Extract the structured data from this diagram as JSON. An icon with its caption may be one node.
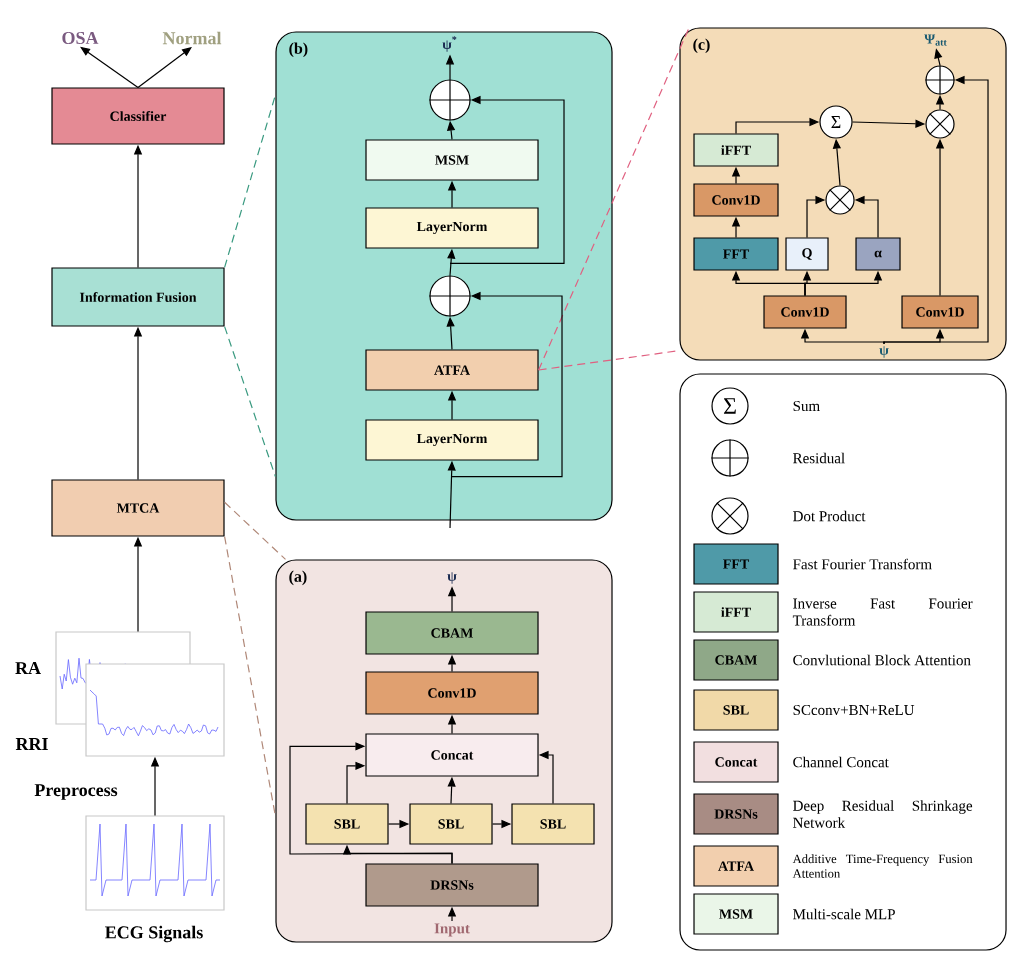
{
  "diagram": {
    "nodes": [
      {
        "text": [
          "OSA"
        ]
      },
      {
        "text": [
          "Normal"
        ]
      },
      {
        "text": [
          "Classifier"
        ]
      },
      {
        "text": [
          "Information Fusion"
        ]
      },
      {
        "text": [
          "MTCA"
        ]
      },
      {
        "text": [],
        "shape": "picture",
        "beside": [
          "RA",
          "RRI"
        ]
      },
      {
        "text": [],
        "shape": "picture",
        "beside": [
          "ECG Signals"
        ]
      },
      {
        "text": [
          "(b)"
        ]
      },
      {
        "text": [
          "ψ$^{*}$"
        ],
        "in": 7
      },
      {
        "text": [],
        "shape": "circle",
        "in": 7
      },
      {
        "text": [
          "MSM"
        ],
        "in": 7
      },
      {
        "text": [
          "LayerNorm"
        ],
        "in": 7
      },
      {
        "text": [],
        "shape": "circle",
        "in": 7
      },
      {
        "text": [
          "ATFA"
        ],
        "in": 7
      },
      {
        "text": [
          "LayerNorm"
        ],
        "in": 7
      },
      {
        "text": [
          "(c)"
        ]
      },
      {
        "text": [
          "Ψ$_{att}$"
        ],
        "in": 15
      },
      {
        "text": [],
        "shape": "circle",
        "in": 15
      },
      {
        "text": [],
        "shape": "circle",
        "in": 15
      },
      {
        "text": [
          "Σ"
        ],
        "in": 15
      },
      {
        "text": [],
        "shape": "circle",
        "in": 15
      },
      {
        "text": [
          "iFFT"
        ],
        "in": 15
      },
      {
        "text": [
          "Conv1D"
        ],
        "in": 15
      },
      {
        "text": [
          "FFT"
        ],
        "in": 15
      },
      {
        "text": [
          "Q"
        ],
        "in": 15
      },
      {
        "text": [
          "α"
        ],
        "in": 15
      },
      {
        "text": [
          "Conv1D"
        ],
        "in": 15
      },
      {
        "text": [
          "Conv1D"
        ],
        "in": 15
      },
      {
        "text": [
          "ψ"
        ],
        "in": 15
      },
      {
        "text": [
          "(a)"
        ]
      },
      {
        "text": [
          "ψ"
        ],
        "in": 29
      },
      {
        "text": [
          "CBAM"
        ],
        "in": 29
      },
      {
        "text": [
          "Conv1D"
        ],
        "in": 29
      },
      {
        "text": [
          "Concat"
        ],
        "in": 29
      },
      {
        "text": [
          "SBL"
        ],
        "in": 29
      },
      {
        "text": [
          "SBL"
        ],
        "in": 29
      },
      {
        "text": [
          "SBL"
        ],
        "in": 29
      },
      {
        "text": [
          "DRSNs"
        ],
        "in": 29
      },
      {
        "text": [
          "Input"
        ],
        "in": 29
      }
    ],
    "edges": [
      {
        "from": 2,
        "to": 0,
        "arrow": "to"
      },
      {
        "from": 2,
        "to": 1,
        "arrow": "to"
      },
      {
        "from": 3,
        "to": 2,
        "arrow": "to"
      },
      {
        "from": 4,
        "to": 3,
        "arrow": "to"
      },
      {
        "from": 5,
        "to": 4,
        "arrow": "to"
      },
      {
        "from": 6,
        "to": 5,
        "arrow": "to",
        "label": "Preprocess"
      },
      {
        "from": 3,
        "to": 7,
        "arrow": "none",
        "style": "dashed",
        "color": "#3a9a80"
      },
      {
        "from": 3,
        "to": 7,
        "arrow": "none",
        "style": "dashed",
        "color": "#3a9a80"
      },
      {
        "from": 4,
        "to": 29,
        "arrow": "none",
        "style": "dashed",
        "color": "#b08878"
      },
      {
        "from": 4,
        "to": 29,
        "arrow": "none",
        "style": "dashed",
        "color": "#b08878"
      },
      {
        "from": 13,
        "to": 15,
        "arrow": "none",
        "style": "dashed",
        "color": "#e06080"
      },
      {
        "from": 13,
        "to": 15,
        "arrow": "none",
        "style": "dashed",
        "color": "#e06080"
      },
      {
        "from": null,
        "to": 14,
        "arrow": "to"
      },
      {
        "from": 14,
        "to": 13,
        "arrow": "to"
      },
      {
        "from": 13,
        "to": 12,
        "arrow": "to"
      },
      {
        "from": 12,
        "to": 11,
        "arrow": "to"
      },
      {
        "from": 11,
        "to": 10,
        "arrow": "to"
      },
      {
        "from": 10,
        "to": 9,
        "arrow": "to"
      },
      {
        "from": 9,
        "to": 8,
        "arrow": "to"
      },
      {
        "from": 14,
        "to": 12,
        "arrow": "to"
      },
      {
        "from": 12,
        "to": 9,
        "arrow": "to"
      },
      {
        "from": 28,
        "to": 26,
        "arrow": "to"
      },
      {
        "from": 28,
        "to": 27,
        "arrow": "to"
      },
      {
        "from": 28,
        "to": 17,
        "arrow": "to"
      },
      {
        "from": 26,
        "to": 23,
        "arrow": "to"
      },
      {
        "from": 26,
        "to": 24,
        "arrow": "to"
      },
      {
        "from": 26,
        "to": 25,
        "arrow": "to"
      },
      {
        "from": 23,
        "to": 22,
        "arrow": "to"
      },
      {
        "from": 22,
        "to": 21,
        "arrow": "to"
      },
      {
        "from": 21,
        "to": 19,
        "arrow": "to"
      },
      {
        "from": 24,
        "to": 20,
        "arrow": "to"
      },
      {
        "from": 25,
        "to": 20,
        "arrow": "to"
      },
      {
        "from": 20,
        "to": 19,
        "arrow": "to"
      },
      {
        "from": 19,
        "to": 18,
        "arrow": "to"
      },
      {
        "from": 27,
        "to": 18,
        "arrow": "to"
      },
      {
        "from": 18,
        "to": 17,
        "arrow": "to"
      },
      {
        "from": 17,
        "to": 16,
        "arrow": "to"
      },
      {
        "from": 38,
        "to": 37,
        "arrow": "to"
      },
      {
        "from": 37,
        "to": 34,
        "arrow": "to"
      },
      {
        "from": 37,
        "to": 33,
        "arrow": "to"
      },
      {
        "from": 34,
        "to": 35,
        "arrow": "to"
      },
      {
        "from": 35,
        "to": 36,
        "arrow": "to"
      },
      {
        "from": 34,
        "to": 33,
        "arrow": "to"
      },
      {
        "from": 35,
        "to": 33,
        "arrow": "to"
      },
      {
        "from": 36,
        "to": 33,
        "arrow": "to"
      },
      {
        "from": 33,
        "to": 32,
        "arrow": "to"
      },
      {
        "from": 32,
        "to": 31,
        "arrow": "to"
      },
      {
        "from": 31,
        "to": 30,
        "arrow": "to"
      }
    ],
    "labels": [
      "Σ",
      "FFT",
      "iFFT",
      "CBAM",
      "SBL",
      "Concat",
      "DRSNs",
      "ATFA",
      "MSM"
    ],
    "legend": [
      {
        "text": "Sum"
      },
      {
        "text": "Residual"
      },
      {
        "text": "Dot Product"
      },
      {
        "text": "Fast Fourier Transform",
        "color": "#4f9aa8"
      },
      {
        "text": "Inverse Fast Fourier Transform",
        "color": "#d6ead4"
      },
      {
        "text": "Convlutional Block Attention",
        "color": "#8fa888"
      },
      {
        "text": "SCconv+BN+ReLU",
        "color": "#f1d9a8"
      },
      {
        "text": "Channel Concat",
        "color": "#f2dfe0"
      },
      {
        "text": "Deep Residual Shrinkage Network",
        "color": "#a88c84"
      },
      {
        "text": "Additive Time-Frequency Fusion Attention",
        "color": "#f2cfae"
      },
      {
        "text": "Multi-scale MLP",
        "color": "#eaf6e8"
      }
    ]
  }
}
